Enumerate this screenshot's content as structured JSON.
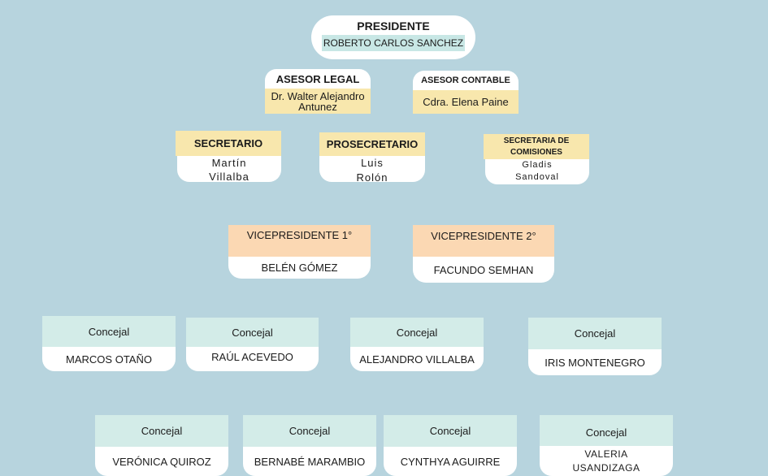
{
  "presidente": {
    "title": "PRESIDENTE",
    "name": "ROBERTO CARLOS SANCHEZ"
  },
  "asesor_legal": {
    "title": "ASESOR LEGAL",
    "name_line1": "Dr. Walter Alejandro",
    "name_line2": "Antunez"
  },
  "asesor_contable": {
    "title": "ASESOR CONTABLE",
    "name": "Cdra. Elena Paine"
  },
  "secretario": {
    "title": "SECRETARIO",
    "name_line1": "Martín",
    "name_line2": "Villalba"
  },
  "prosecretario": {
    "title": "PROSECRETARIO",
    "name_line1": "Luis",
    "name_line2": "Rolón"
  },
  "secretaria_comisiones": {
    "title_line1": "SECRETARIA DE",
    "title_line2": "COMISIONES",
    "name_line1": "Gladis",
    "name_line2": "Sandoval"
  },
  "vicepresidente1": {
    "title": "VICEPRESIDENTE 1°",
    "name": "BELÉN GÓMEZ"
  },
  "vicepresidente2": {
    "title": "VICEPRESIDENTE 2°",
    "name": "FACUNDO SEMHAN"
  },
  "concejales_row1": [
    {
      "title": "Concejal",
      "name": "MARCOS OTAÑO"
    },
    {
      "title": "Concejal",
      "name": "RAÚL ACEVEDO"
    },
    {
      "title": "Concejal",
      "name": "ALEJANDRO VILLALBA"
    },
    {
      "title": "Concejal",
      "name": "IRIS MONTENEGRO"
    }
  ],
  "concejales_row2": [
    {
      "title": "Concejal",
      "name": "VERÓNICA QUIROZ"
    },
    {
      "title": "Concejal",
      "name": "BERNABÉ MARAMBIO"
    },
    {
      "title": "Concejal",
      "name": "CYNTHYA AGUIRRE"
    },
    {
      "title": "Concejal",
      "name_line1": "VALERIA",
      "name_line2": "USANDIZAGA"
    }
  ],
  "colors": {
    "background": "#b7d4de",
    "yellow": "#f8e7ad",
    "peach": "#fbd8b3",
    "mint": "#d3ece8",
    "teal": "#c8e7e5"
  }
}
